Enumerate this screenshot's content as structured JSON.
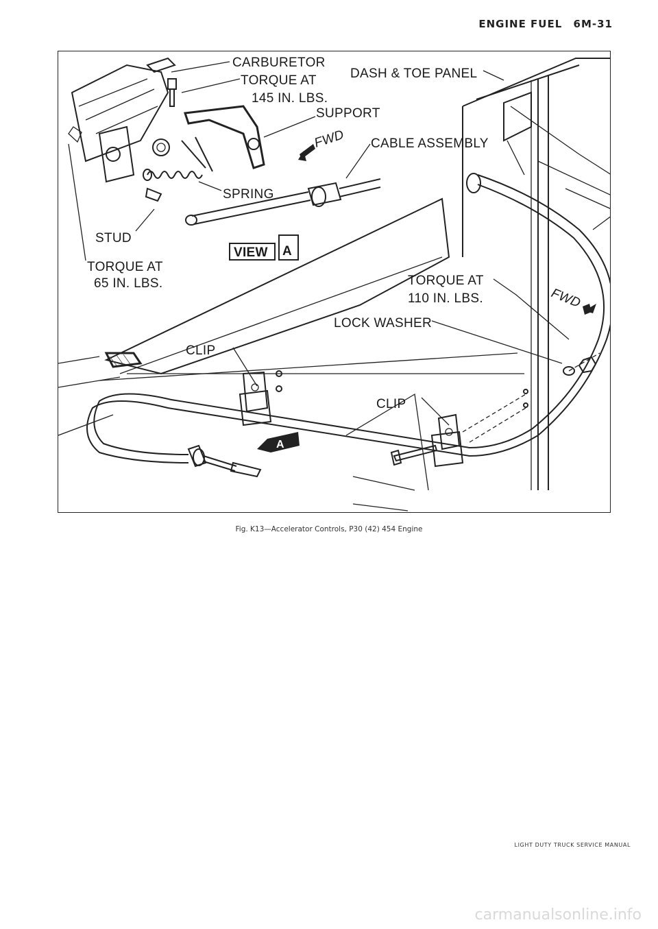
{
  "header": {
    "section": "ENGINE FUEL",
    "page": "6M-31"
  },
  "figure": {
    "labels": {
      "carburetor": "CARBURETOR",
      "torque_145_line1": "TORQUE AT",
      "torque_145_line2": "145 IN. LBS.",
      "dash_toe_panel": "DASH & TOE PANEL",
      "support": "SUPPORT",
      "fwd_top": "FWD",
      "cable_assembly": "CABLE ASSEMBLY",
      "spring": "SPRING",
      "stud": "STUD",
      "view": "VIEW",
      "view_letter": "A",
      "torque_65_line1": "TORQUE AT",
      "torque_65_line2": "65 IN. LBS.",
      "torque_110_line1": "TORQUE AT",
      "torque_110_line2": "110 IN. LBS.",
      "fwd_right": "FWD",
      "lock_washer": "LOCK WASHER",
      "clip_left": "CLIP",
      "clip_right": "CLIP",
      "marker_a": "A"
    }
  },
  "caption": "Fig. K13—Accelerator Controls, P30 (42) 454 Engine",
  "footer": "LIGHT DUTY TRUCK SERVICE MANUAL",
  "watermark": "carmanualsonline.info"
}
